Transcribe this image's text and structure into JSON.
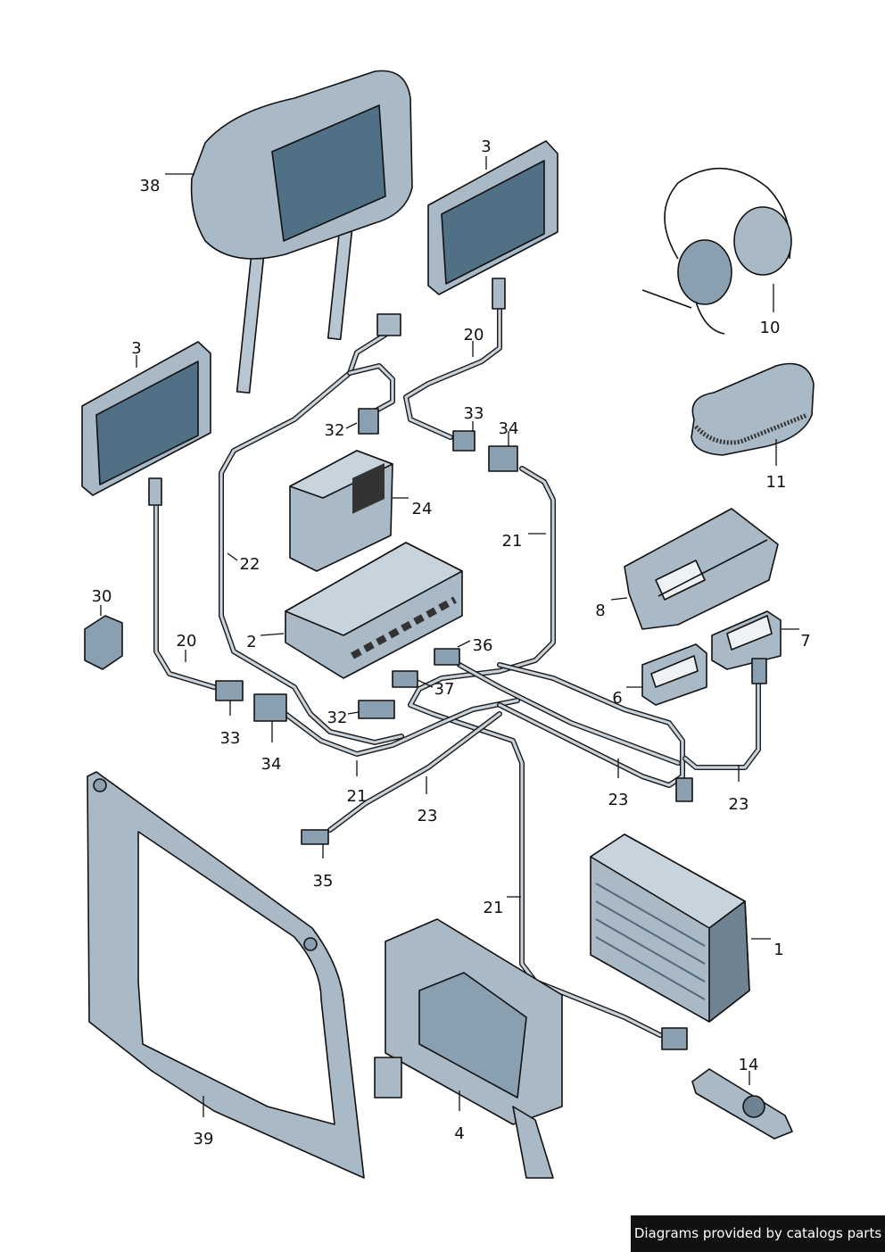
{
  "labels": {
    "l38": "38",
    "l3a": "3",
    "l3b": "3",
    "l10": "10",
    "l11": "11",
    "l20a": "20",
    "l20b": "20",
    "l33a": "33",
    "l33b": "33",
    "l34a": "34",
    "l34b": "34",
    "l32a": "32",
    "l32b": "32",
    "l24": "24",
    "l22": "22",
    "l21a": "21",
    "l21b": "21",
    "l21c": "21",
    "l30": "30",
    "l2": "2",
    "l36": "36",
    "l37": "37",
    "l8": "8",
    "l7": "7",
    "l6": "6",
    "l23a": "23",
    "l23b": "23",
    "l23c": "23",
    "l35": "35",
    "l1": "1",
    "l14": "14",
    "l4": "4",
    "l39": "39"
  },
  "credit": "Diagrams provided by catalogs parts",
  "colors": {
    "part_fill": "#a9b9c6",
    "part_dark": "#6f8393",
    "screen": "#4f7085",
    "background": "#ffffff"
  }
}
